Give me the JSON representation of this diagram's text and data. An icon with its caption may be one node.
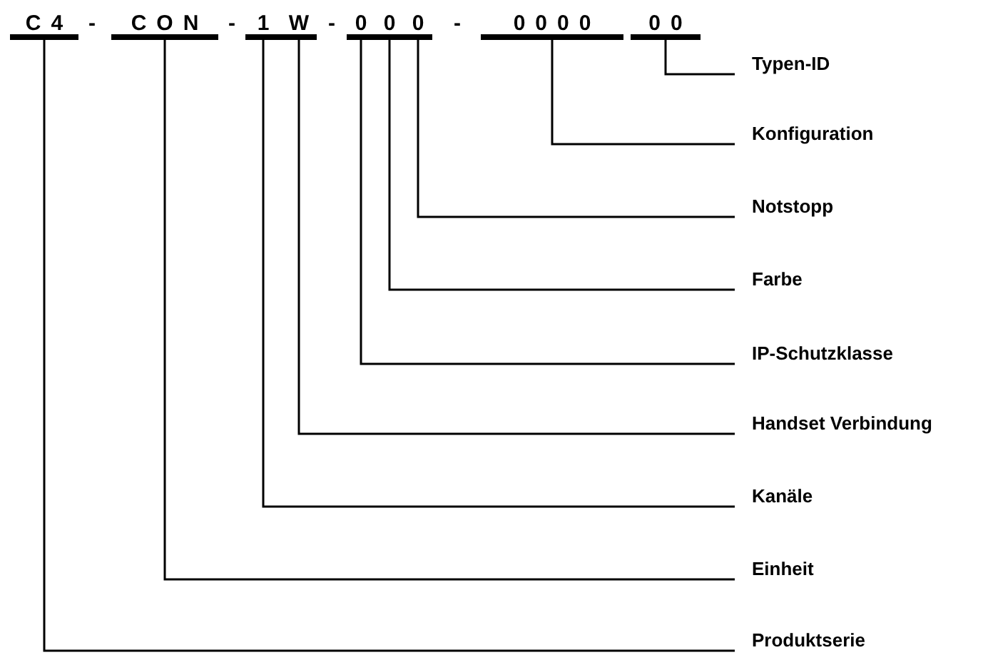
{
  "diagram": {
    "nodes": [
      {
        "text": [
          "C4"
        ]
      },
      {
        "text": [
          "CON"
        ]
      },
      {
        "text": [
          "1"
        ]
      },
      {
        "text": [
          "W"
        ]
      },
      {
        "text": [
          "0"
        ]
      },
      {
        "text": [
          "0"
        ]
      },
      {
        "text": [
          "0"
        ]
      },
      {
        "text": [
          "0000"
        ]
      },
      {
        "text": [
          "00"
        ]
      },
      {
        "text": [
          "Typen-ID"
        ]
      },
      {
        "text": [
          "Konfiguration"
        ]
      },
      {
        "text": [
          "Notstopp"
        ]
      },
      {
        "text": [
          "Farbe"
        ]
      },
      {
        "text": [
          "IP-Schutzklasse"
        ]
      },
      {
        "text": [
          "Handset Verbindung"
        ]
      },
      {
        "text": [
          "Kanäle"
        ]
      },
      {
        "text": [
          "Einheit"
        ]
      },
      {
        "text": [
          "Produktserie"
        ]
      }
    ],
    "edges": [
      {
        "from": 8,
        "to": 9,
        "arrow": "none"
      },
      {
        "from": 7,
        "to": 10,
        "arrow": "none"
      },
      {
        "from": 6,
        "to": 11,
        "arrow": "none"
      },
      {
        "from": 5,
        "to": 12,
        "arrow": "none"
      },
      {
        "from": 4,
        "to": 13,
        "arrow": "none"
      },
      {
        "from": 3,
        "to": 14,
        "arrow": "none"
      },
      {
        "from": 2,
        "to": 15,
        "arrow": "none"
      },
      {
        "from": 1,
        "to": 16,
        "arrow": "none"
      },
      {
        "from": 0,
        "to": 17,
        "arrow": "none"
      }
    ],
    "labels": [
      "-",
      "-",
      "-",
      "-"
    ]
  }
}
